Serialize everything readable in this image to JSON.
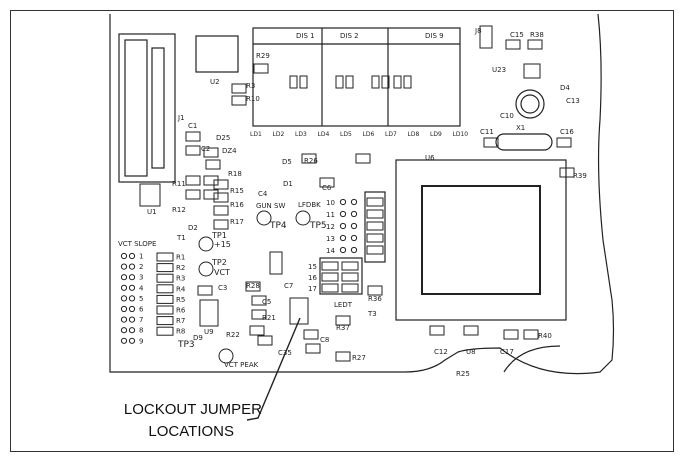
{
  "callout": {
    "line1": "LOCKOUT JUMPER",
    "line2": "LOCATIONS"
  },
  "board_labels": {
    "dis1": "DIS 1",
    "dis2": "DIS 2",
    "dis9": "DIS 9",
    "u2": "U2",
    "r29": "R29",
    "r3": "R3",
    "r10": "R10",
    "j1": "J1",
    "j8": "J8",
    "c15": "C15",
    "r38": "R38",
    "u23": "U23",
    "d4": "D4",
    "c10": "C10",
    "c13": "C13",
    "x1": "X1",
    "c11": "C11",
    "c16": "C16",
    "c1": "C1",
    "c2": "C2",
    "d25": "D25",
    "dz4": "DZ4",
    "r26": "R26",
    "d5": "D5",
    "c6": "C6",
    "r18": "R18",
    "r11": "R11",
    "r15": "R15",
    "r16": "R16",
    "r17": "R17",
    "r12": "R12",
    "u1": "U1",
    "t1": "T1",
    "d2": "D2",
    "c4": "C4",
    "d1": "D1",
    "gun_sw": "GUN SW",
    "lfdbk": "LFDBK",
    "tp4": "TP4",
    "tp5": "TP5",
    "tp1": "TP1",
    "p15": "+15",
    "tp2": "TP2",
    "vct": "VCT",
    "vct_slope": "VCT SLOPE",
    "u6": "U6",
    "r39": "R39",
    "r28": "R28",
    "c3": "C3",
    "c7": "C7",
    "c5": "C5",
    "r21": "R21",
    "r22": "R22",
    "c35": "C35",
    "u9": "U9",
    "tp3": "TP3",
    "d9": "D9",
    "vct_peak": "VCT PEAK",
    "ledt": "LEDT",
    "r37": "R37",
    "r36": "R36",
    "t3": "T3",
    "c8": "C8",
    "r27": "R27",
    "r25": "R25",
    "c12": "C12",
    "u8": "U8",
    "c17": "C17",
    "r40": "R40",
    "r_list": [
      "R1",
      "R2",
      "R3",
      "R4",
      "R5",
      "R6",
      "R7",
      "R8"
    ],
    "pins_left": [
      "1",
      "2",
      "3",
      "4",
      "5",
      "6",
      "7",
      "8",
      "9"
    ],
    "pins_mid": [
      "10",
      "11",
      "12",
      "13",
      "14"
    ],
    "pins_low": [
      "15",
      "16",
      "17"
    ],
    "led_labels": [
      "LD1",
      "LD2",
      "LD3",
      "LD4",
      "LD5",
      "LD6",
      "LD7",
      "LD8",
      "LD9",
      "LD10"
    ]
  }
}
